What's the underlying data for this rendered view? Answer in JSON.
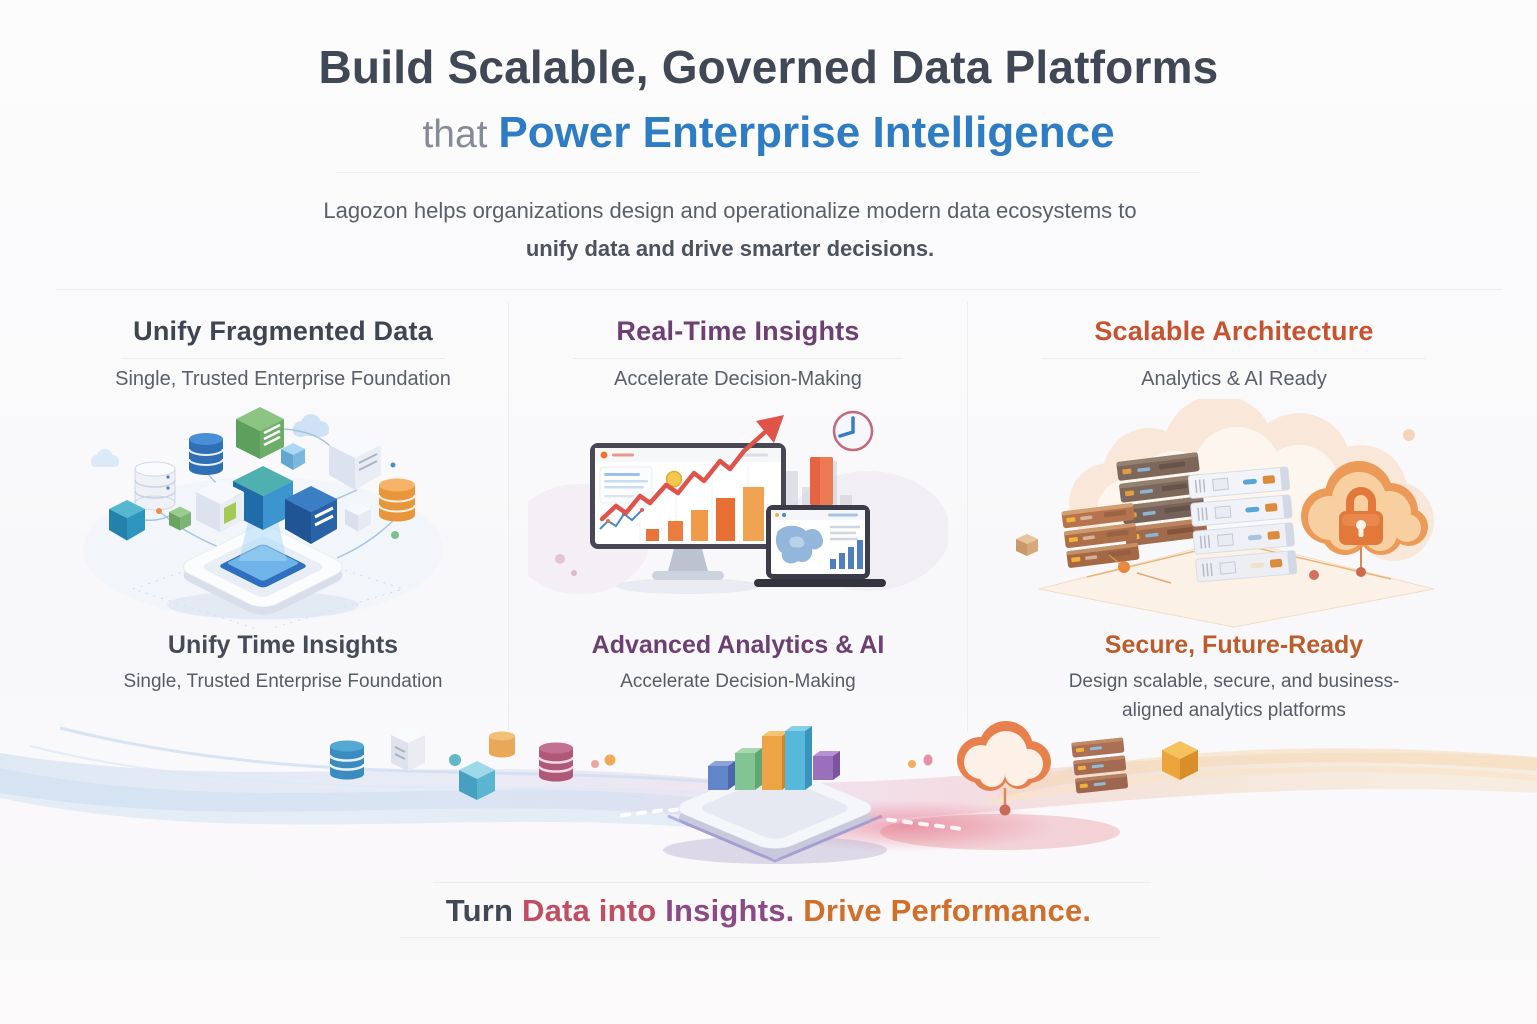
{
  "header": {
    "title_line1": "Build Scalable, Governed Data Platforms",
    "title_line2_prefix": "that ",
    "title_line2_highlight": "Power Enterprise Intelligence",
    "subtitle_line1": "Lagozon helps organizations design and operationalize modern data ecosystems to",
    "subtitle_line2": "unify data and drive smarter decisions."
  },
  "columns": [
    {
      "heading": "Unify Fragmented Data",
      "heading_color": "#3f4551",
      "subheading": "Single, Trusted Enterprise Foundation",
      "footer_heading": "Unify Time Insights",
      "footer_heading_color": "#454b57",
      "footer_text": "Single, Trusted Enterprise Foundation",
      "illustration": "fragmented-data-unification"
    },
    {
      "heading": "Real-Time Insights",
      "heading_color": "#6d4073",
      "subheading": "Accelerate Decision-Making",
      "footer_heading": "Advanced Analytics & AI",
      "footer_heading_color": "#6d4073",
      "footer_text": "Accelerate Decision-Making",
      "illustration": "analytics-dashboard-devices"
    },
    {
      "heading": "Scalable Architecture",
      "heading_color": "#c65330",
      "subheading": "Analytics & AI Ready",
      "footer_heading": "Secure, Future-Ready",
      "footer_heading_color": "#bd5c2b",
      "footer_text": "Design scalable, secure, and business-aligned analytics platforms",
      "illustration": "secure-servers-cloud"
    }
  ],
  "tagline": {
    "segments": [
      {
        "text": "Turn ",
        "color": "#414855"
      },
      {
        "text": "Data into ",
        "color": "#bf4e62"
      },
      {
        "text": "Insights. ",
        "color": "#8a4a86"
      },
      {
        "text": "Drive Performance.",
        "color": "#d06e2a"
      }
    ]
  },
  "colors": {
    "title_dark": "#414855",
    "title_accent_blue": "#2e7cc3",
    "body_gray": "#5a6069",
    "purple_accent": "#6d4073",
    "orange_accent": "#c65330",
    "crimson_accent": "#bf4e62",
    "divider": "#ededf1"
  },
  "icons": {
    "unify_illustration": [
      "database-icon",
      "cube-icon",
      "cloud-icon",
      "data-platform-icon"
    ],
    "insights_illustration": [
      "monitor-icon",
      "bar-chart-icon",
      "trend-arrow-icon",
      "clock-icon",
      "laptop-icon",
      "map-icon"
    ],
    "architecture_illustration": [
      "server-stack-icon",
      "cloud-icon",
      "lock-icon"
    ],
    "pipeline_illustration": [
      "database-icon",
      "document-icon",
      "cube-icon",
      "bar-chart-platform-icon",
      "cloud-icon",
      "server-stack-icon"
    ]
  }
}
